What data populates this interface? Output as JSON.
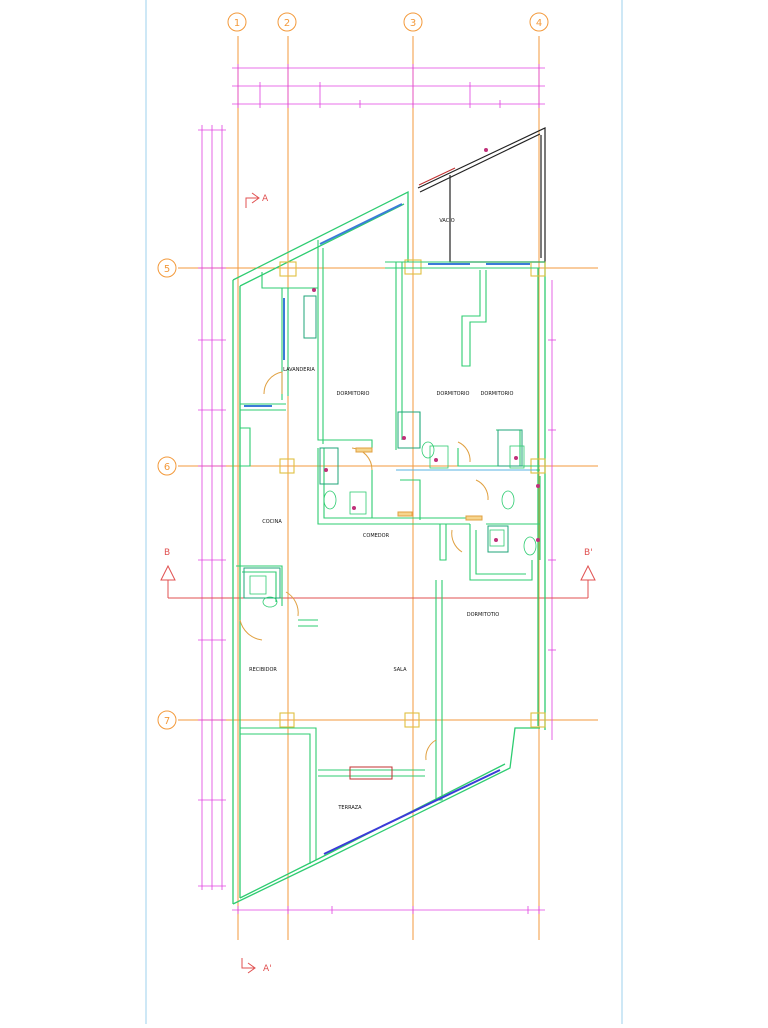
{
  "grid": {
    "columns": [
      "1",
      "2",
      "3",
      "4"
    ],
    "rows": [
      "5",
      "6",
      "7"
    ]
  },
  "sections": {
    "a_top": "A",
    "a_bottom": "A'",
    "b_left": "B",
    "b_right": "B'"
  },
  "rooms": {
    "vacio": "VACIO",
    "lavanderia": "LAVANDERIA",
    "dormitorio_1": "DORMITORIO",
    "dormitorio_2": "DORMITORIO",
    "dormitorio_3": "DORMITORIO",
    "cocina": "COCINA",
    "comedor": "COMEDOR",
    "dormitotio": "DORMITOTIO",
    "recibidor": "RECIBIDOR",
    "sala": "SALA",
    "terraza": "TERRAZA"
  },
  "colors": {
    "axis": "#f39a3c",
    "dimension": "#e040e0",
    "wall": "#2ecc71",
    "wall_inner": "#1fa67a",
    "door": "#e0a040",
    "viewport_border": "#9cd0ee",
    "glass": "#222222",
    "fixture": "#c0307a"
  }
}
